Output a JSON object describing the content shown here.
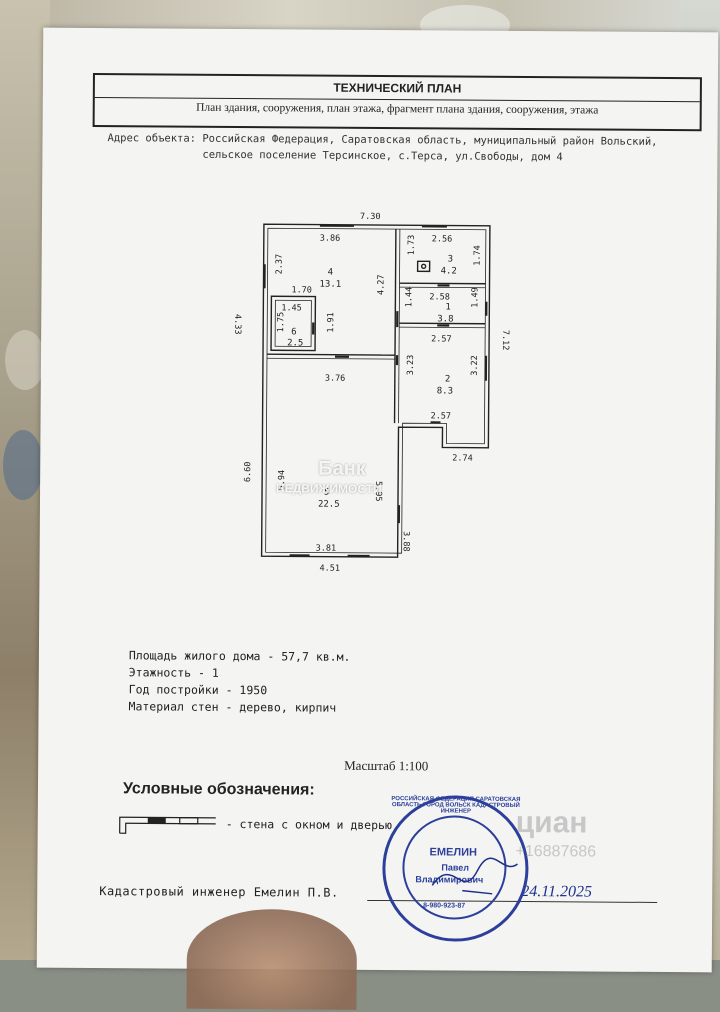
{
  "header": {
    "title": "ТЕХНИЧЕСКИЙ ПЛАН",
    "subtitle": "План здания, сооружения, план этажа, фрагмент плана здания, сооружения, этажа"
  },
  "address": {
    "line1": "Адрес объекта: Российская Федерация, Саратовская область, муниципальный район Вольский,",
    "line2": "сельское поселение Терсинское, с.Терса, ул.Свободы, дом 4"
  },
  "plan": {
    "dims": {
      "overall_top": "7.30",
      "overall_left": "4.33",
      "overall_right": "7.12",
      "left_lower": "6.60",
      "bottom": "4.51",
      "room4_top": "3.86",
      "room4_left": "2.37",
      "room4_right": "4.27",
      "room4_bottom": "1.70",
      "room6_top": "1.45",
      "room6_left": "1.75",
      "room6_right": "1.91",
      "room5_top": "3.76",
      "room5_left": "5.94",
      "room5_right": "5.95",
      "room5_bottom": "3.81",
      "room3_top": "2.56",
      "room3_left": "1.73",
      "room3_right": "1.74",
      "room1_top": "2.58",
      "room1_left": "1.44",
      "room1_right": "1.49",
      "room2_top": "2.57",
      "room2_left": "3.23",
      "room2_right": "3.22",
      "room2_bottom": "2.57",
      "step_bottom": "2.74",
      "step_left": "3.88"
    },
    "rooms": [
      {
        "num": "4",
        "area": "13.1"
      },
      {
        "num": "6",
        "area": "2.5"
      },
      {
        "num": "5",
        "area": "22.5"
      },
      {
        "num": "3",
        "area": "4.2"
      },
      {
        "num": "1",
        "area": "3.8"
      },
      {
        "num": "2",
        "area": "8.3"
      }
    ]
  },
  "watermark": {
    "line1": "Банк",
    "line2": "НЕДВИЖИМОСТИ",
    "cian_logo": "циан",
    "cian_id": "+16887686"
  },
  "info": {
    "area": "Площадь жилого дома - 57,7 кв.м.",
    "floors": "Этажность - 1",
    "year": "Год постройки - 1950",
    "material": "Материал стен - дерево, кирпич"
  },
  "scale": "Масштаб 1:100",
  "legend": {
    "title": "Условные обозначения:",
    "item": "- стена с окном и дверью"
  },
  "engineer": {
    "label": "Кадастровый инженер Емелин П.В.",
    "date": "24.11.2025"
  },
  "stamp": {
    "ring": "РОССИЙСКАЯ ФЕДЕРАЦИЯ САРАТОВСКАЯ ОБЛАСТЬ ГОРОД ВОЛЬСК КАДАСТРОВЫЙ ИНЖЕНЕР",
    "name": "ЕМЕЛИН",
    "sub1": "Павел",
    "sub2": "Владимирович",
    "phone": "8-980-923-87"
  },
  "colors": {
    "ink": "#222222",
    "stamp": "#2c3f9a",
    "paper": "#f4f5f3"
  }
}
